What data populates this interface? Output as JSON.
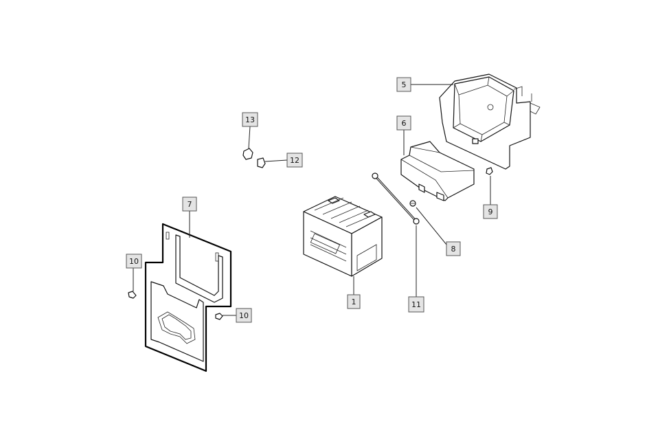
{
  "diagram": {
    "callouts": [
      {
        "id": "c1",
        "label": "1"
      },
      {
        "id": "c5",
        "label": "5"
      },
      {
        "id": "c6",
        "label": "6"
      },
      {
        "id": "c7",
        "label": "7"
      },
      {
        "id": "c8",
        "label": "8"
      },
      {
        "id": "c9",
        "label": "9"
      },
      {
        "id": "c10a",
        "label": "10"
      },
      {
        "id": "c10b",
        "label": "10"
      },
      {
        "id": "c11",
        "label": "11"
      },
      {
        "id": "c12",
        "label": "12"
      },
      {
        "id": "c13",
        "label": "13"
      }
    ]
  }
}
